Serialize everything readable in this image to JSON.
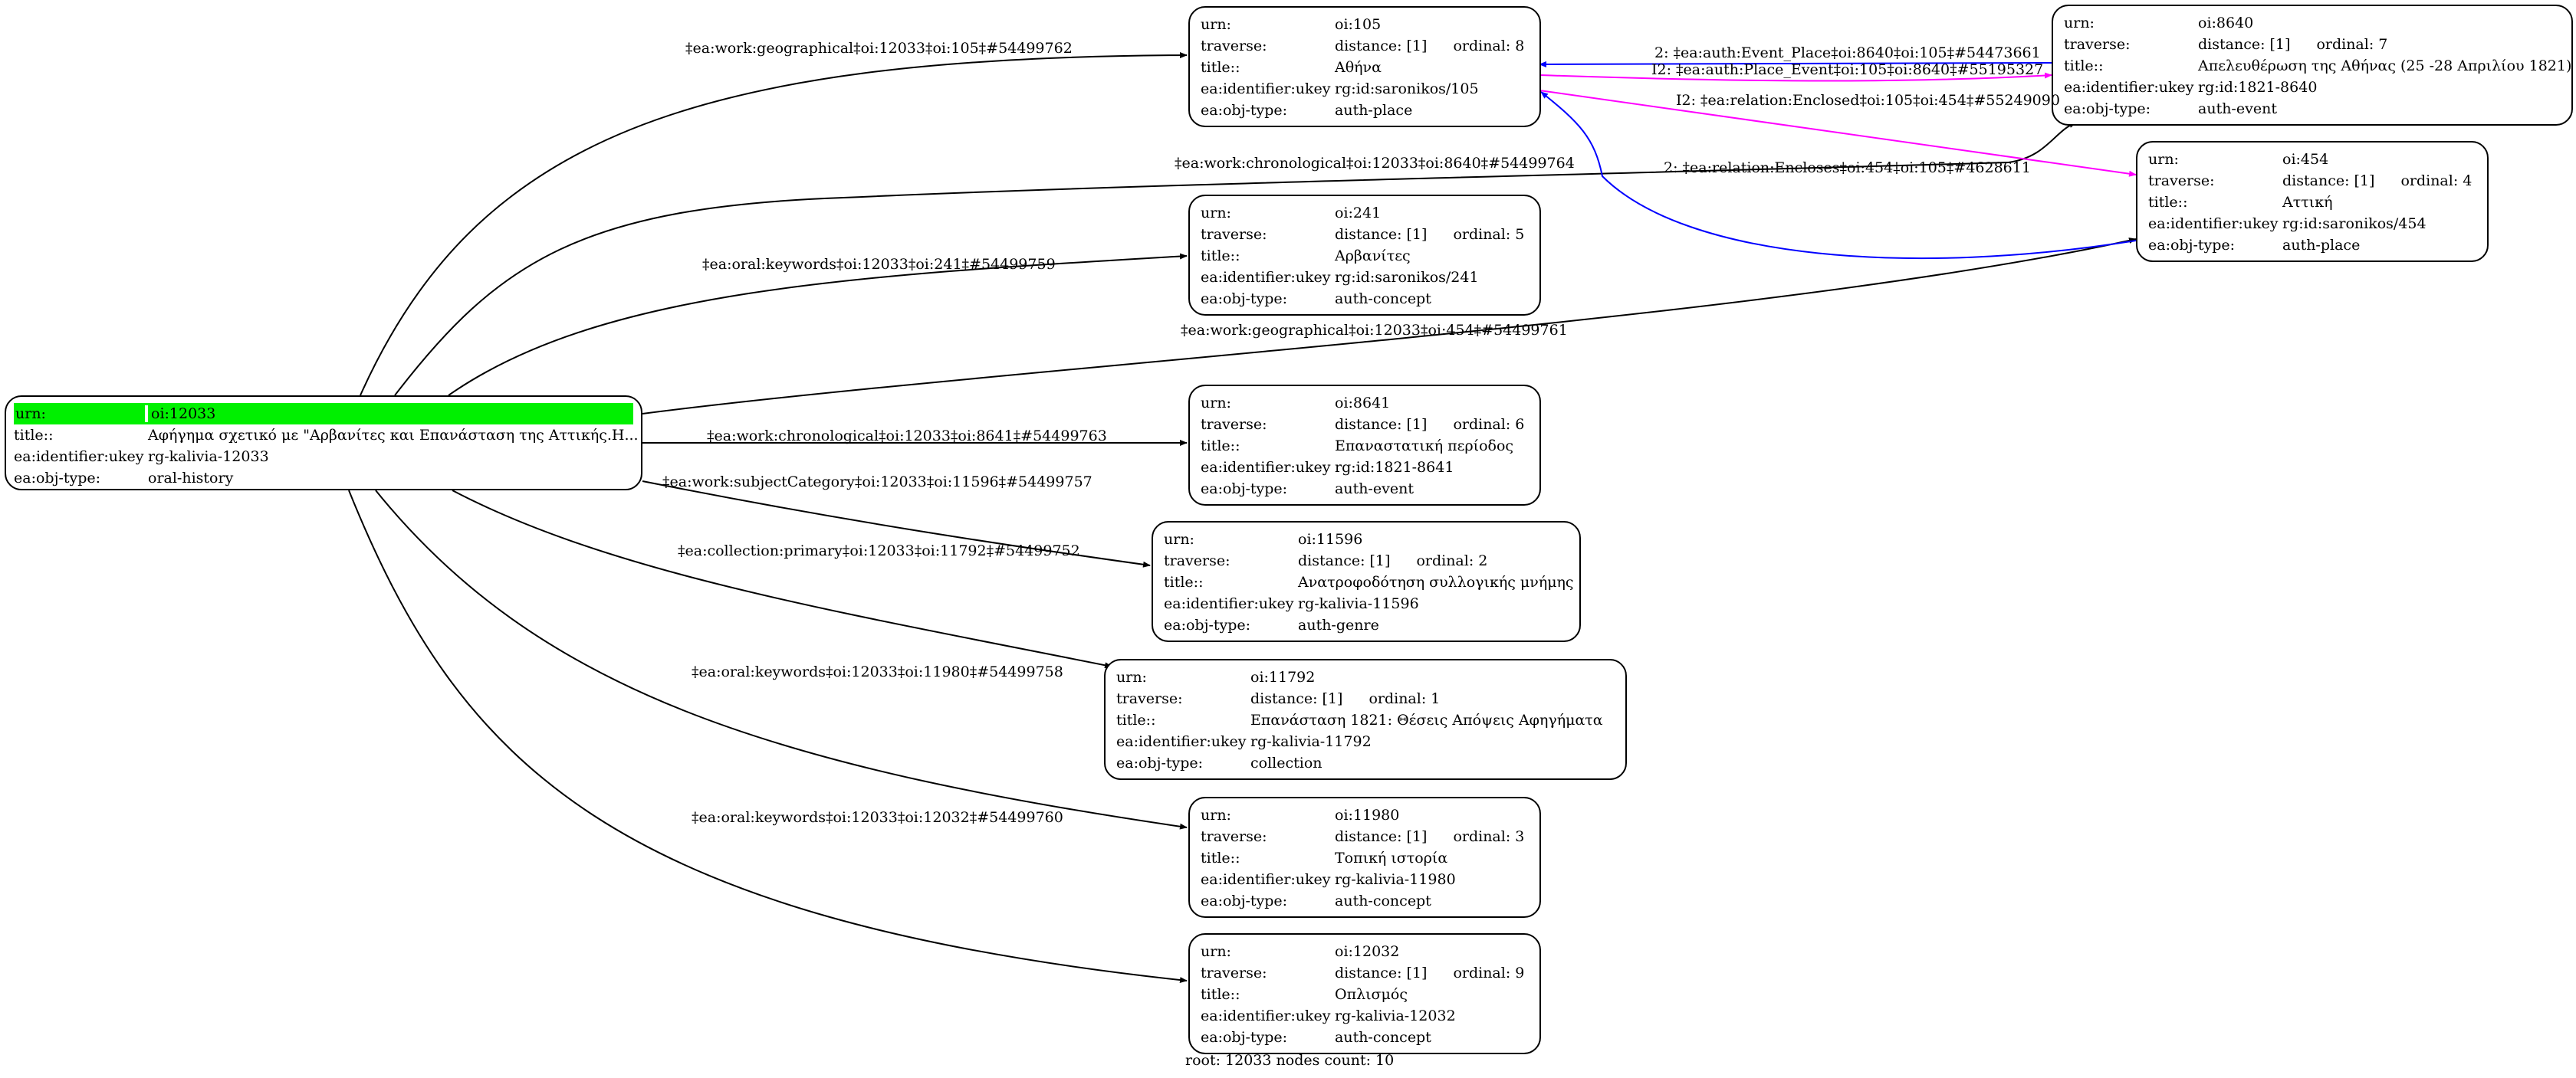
{
  "root": {
    "urn": "oi:12033",
    "title": "Αφήγημα σχετικό με \"Αρβανίτες και Επανάσταση της Αττικής.Η...",
    "ukey": "rg-kalivia-12033",
    "obj_type": "oral-history",
    "highlight_color": "#00f000"
  },
  "labels": {
    "urn": "urn:",
    "traverse": "traverse:",
    "title": "title::",
    "ukey": "ea:identifier:ukey",
    "obj_type": "ea:obj-type:"
  },
  "nodes": [
    {
      "id": "105",
      "urn": "oi:105",
      "distance": "distance: [1]",
      "ordinal": "ordinal: 8",
      "title": "Αθήνα",
      "ukey": "rg:id:saronikos/105",
      "obj_type": "auth-place"
    },
    {
      "id": "8640",
      "urn": "oi:8640",
      "distance": "distance: [1]",
      "ordinal": "ordinal: 7",
      "title": "Απελευθέρωση της Αθήνας (25 -28 Απριλίου 1821)",
      "ukey": "rg:id:1821-8640",
      "obj_type": "auth-event"
    },
    {
      "id": "454",
      "urn": "oi:454",
      "distance": "distance: [1]",
      "ordinal": "ordinal: 4",
      "title": "Αττική",
      "ukey": "rg:id:saronikos/454",
      "obj_type": "auth-place"
    },
    {
      "id": "241",
      "urn": "oi:241",
      "distance": "distance: [1]",
      "ordinal": "ordinal: 5",
      "title": "Αρβανίτες",
      "ukey": "rg:id:saronikos/241",
      "obj_type": "auth-concept"
    },
    {
      "id": "8641",
      "urn": "oi:8641",
      "distance": "distance: [1]",
      "ordinal": "ordinal: 6",
      "title": "Επαναστατική περίοδος",
      "ukey": "rg:id:1821-8641",
      "obj_type": "auth-event"
    },
    {
      "id": "11596",
      "urn": "oi:11596",
      "distance": "distance: [1]",
      "ordinal": "ordinal: 2",
      "title": "Ανατροφοδότηση συλλογικής μνήμης",
      "ukey": "rg-kalivia-11596",
      "obj_type": "auth-genre"
    },
    {
      "id": "11792",
      "urn": "oi:11792",
      "distance": "distance: [1]",
      "ordinal": "ordinal: 1",
      "title": "Επανάσταση 1821: Θέσεις   Απόψεις   Αφηγήματα",
      "ukey": "rg-kalivia-11792",
      "obj_type": "collection"
    },
    {
      "id": "11980",
      "urn": "oi:11980",
      "distance": "distance: [1]",
      "ordinal": "ordinal: 3",
      "title": "Τοπική ιστορία",
      "ukey": "rg-kalivia-11980",
      "obj_type": "auth-concept"
    },
    {
      "id": "12032",
      "urn": "oi:12032",
      "distance": "distance: [1]",
      "ordinal": "ordinal: 9",
      "title": "Οπλισμός",
      "ukey": "rg-kalivia-12032",
      "obj_type": "auth-concept"
    }
  ],
  "edges": [
    {
      "label": "‡ea:work:geographical‡oi:12033‡oi:105‡#54499762",
      "from": "12033",
      "to": "105",
      "color": "#000000"
    },
    {
      "label": "‡ea:work:chronological‡oi:12033‡oi:8640‡#54499764",
      "from": "12033",
      "to": "8640",
      "color": "#000000"
    },
    {
      "label": "‡ea:oral:keywords‡oi:12033‡oi:241‡#54499759",
      "from": "12033",
      "to": "241",
      "color": "#000000"
    },
    {
      "label": "‡ea:work:geographical‡oi:12033‡oi:454‡#54499761",
      "from": "12033",
      "to": "454",
      "color": "#000000"
    },
    {
      "label": "‡ea:work:chronological‡oi:12033‡oi:8641‡#54499763",
      "from": "12033",
      "to": "8641",
      "color": "#000000"
    },
    {
      "label": "‡ea:work:subjectCategory‡oi:12033‡oi:11596‡#54499757",
      "from": "12033",
      "to": "11596",
      "color": "#000000"
    },
    {
      "label": "‡ea:collection:primary‡oi:12033‡oi:11792‡#54499752",
      "from": "12033",
      "to": "11792",
      "color": "#000000"
    },
    {
      "label": "‡ea:oral:keywords‡oi:12033‡oi:11980‡#54499758",
      "from": "12033",
      "to": "11980",
      "color": "#000000"
    },
    {
      "label": "‡ea:oral:keywords‡oi:12033‡oi:12032‡#54499760",
      "from": "12033",
      "to": "12032",
      "color": "#000000"
    },
    {
      "label": "2: ‡ea:auth:Event_Place‡oi:8640‡oi:105‡#54473661",
      "from": "8640",
      "to": "105",
      "color": "#0000ff"
    },
    {
      "label": "I2: ‡ea:auth:Place_Event‡oi:105‡oi:8640‡#55195327",
      "from": "105",
      "to": "8640",
      "color": "#ff00ff"
    },
    {
      "label": "I2: ‡ea:relation:Enclosed‡oi:105‡oi:454‡#55249090",
      "from": "105",
      "to": "454",
      "color": "#ff00ff"
    },
    {
      "label": "2: ‡ea:relation:Encloses‡oi:454‡oi:105‡#4628611",
      "from": "454",
      "to": "105",
      "color": "#0000ff"
    }
  ],
  "footer": "root: 12033 nodes count: 10"
}
